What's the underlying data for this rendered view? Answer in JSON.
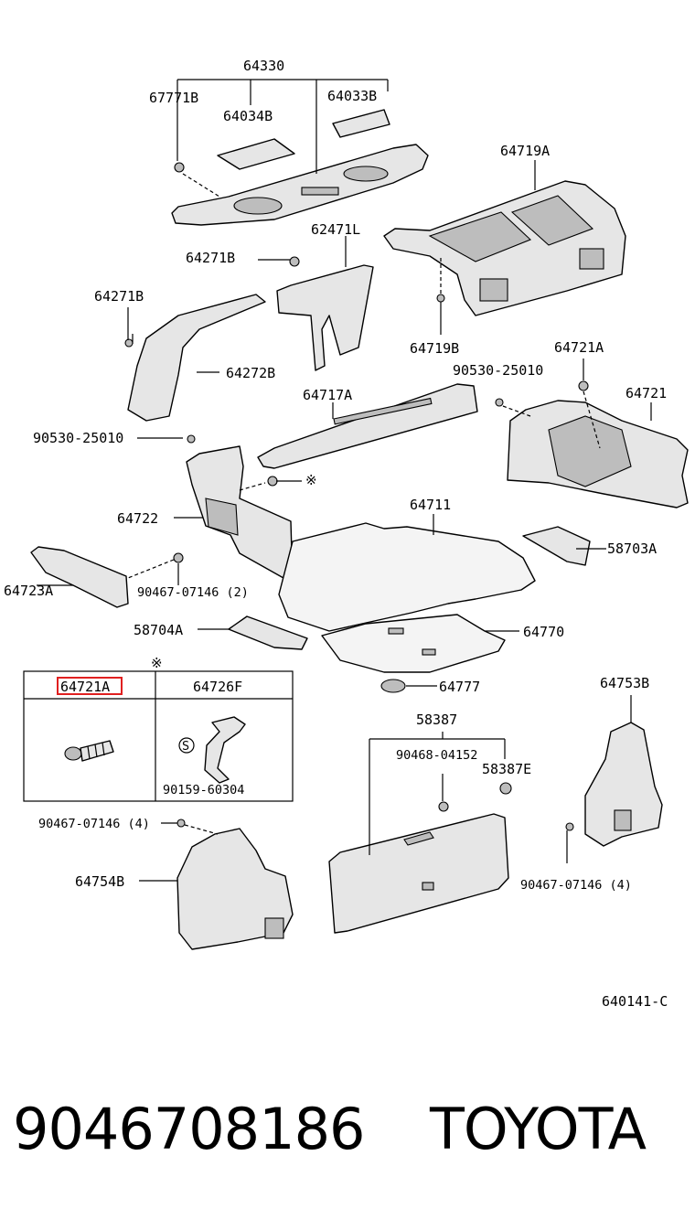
{
  "diagram": {
    "labels": {
      "p64330": "64330",
      "p67771B": "67771B",
      "p64034B": "64034B",
      "p64033B": "64033B",
      "p64719A": "64719A",
      "p62471L": "62471L",
      "p64271B_a": "64271B",
      "p64271B_b": "64271B",
      "p64272B": "64272B",
      "p64719B": "64719B",
      "p64721A": "64721A",
      "p90530_a": "90530-25010",
      "p64721": "64721",
      "p64717A": "64717A",
      "p90530_b": "90530-25010",
      "p64722": "64722",
      "mark_a": "※",
      "p64711": "64711",
      "p58703A": "58703A",
      "p64723A": "64723A",
      "p90467_a": "90467-07146 (2)",
      "p58704A": "58704A",
      "p64770": "64770",
      "mark_b": "※",
      "p64777": "64777",
      "p64753B": "64753B",
      "p58387": "58387",
      "p90468": "90468-04152",
      "p58387E": "58387E",
      "p90467_b": "90467-07146 (4)",
      "p64754B": "64754B",
      "p90467_c": "90467-07146 (4)",
      "ref_code": "640141-C"
    },
    "inset": {
      "col1_label": "64721A",
      "col2_label": "64726F",
      "s_symbol": "S",
      "p90159": "90159-60304"
    },
    "highlight_color": "#e02020"
  },
  "footer": {
    "part_number": "9046708186",
    "brand": "TOYOTA"
  }
}
